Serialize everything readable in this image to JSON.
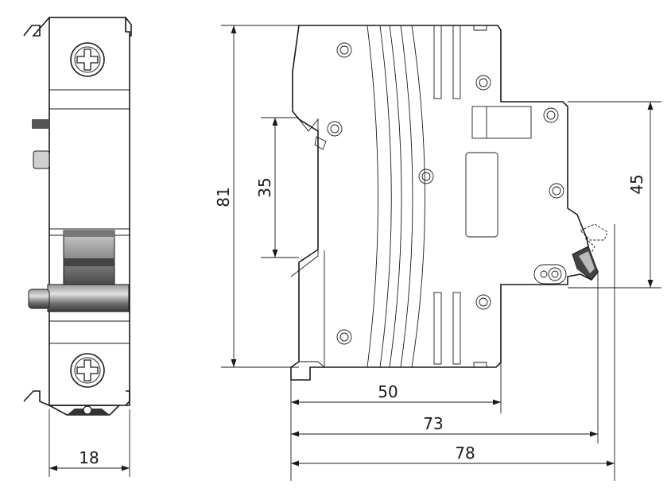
{
  "dimensions": {
    "width_front": "18",
    "height_total": "81",
    "din_rail": "35",
    "depth_base": "50",
    "depth_toggle": "73",
    "depth_total": "78",
    "height_front": "45"
  },
  "colors": {
    "line": "#1a1a1a",
    "toggle_dark": "#555555",
    "toggle_light": "#bdbdbd"
  },
  "icons": {
    "terminal_screw": "cross-head-screw-icon",
    "rivet": "rivet-icon"
  }
}
